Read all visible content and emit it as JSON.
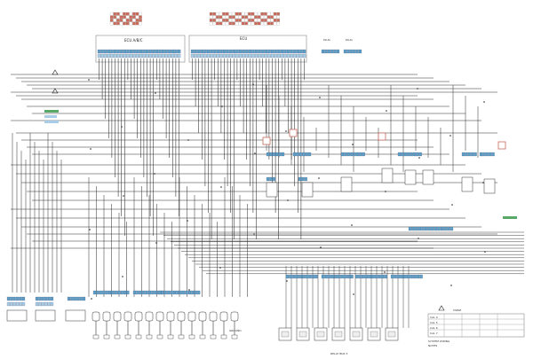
{
  "diagram": {
    "colors": {
      "wire": "#2a2a2a",
      "connector_blue": "#5f9fc7",
      "connector_blue_light": "#a9cde6",
      "connector_red": "#c96a5a",
      "connector_green": "#5aa76a",
      "frame": "#888888"
    },
    "top_labels": {
      "ecu_left": "ECU A/B/C",
      "ecu_right": "ECU",
      "plug_right_1": "PLUG",
      "plug_right_2": "PLUG"
    },
    "bottom_labels": {
      "relay_box": "RELAY BOX 3",
      "ground": "GROUND"
    },
    "legend": {
      "title": "TABLE",
      "rows": [
        "CAL 4",
        "CAL 5",
        "CAL 6",
        "CAL 7"
      ],
      "footer_lines": [
        "SYSTEM WIRING",
        "NOTES"
      ]
    },
    "warning_icon": "warning-triangle-icon"
  }
}
